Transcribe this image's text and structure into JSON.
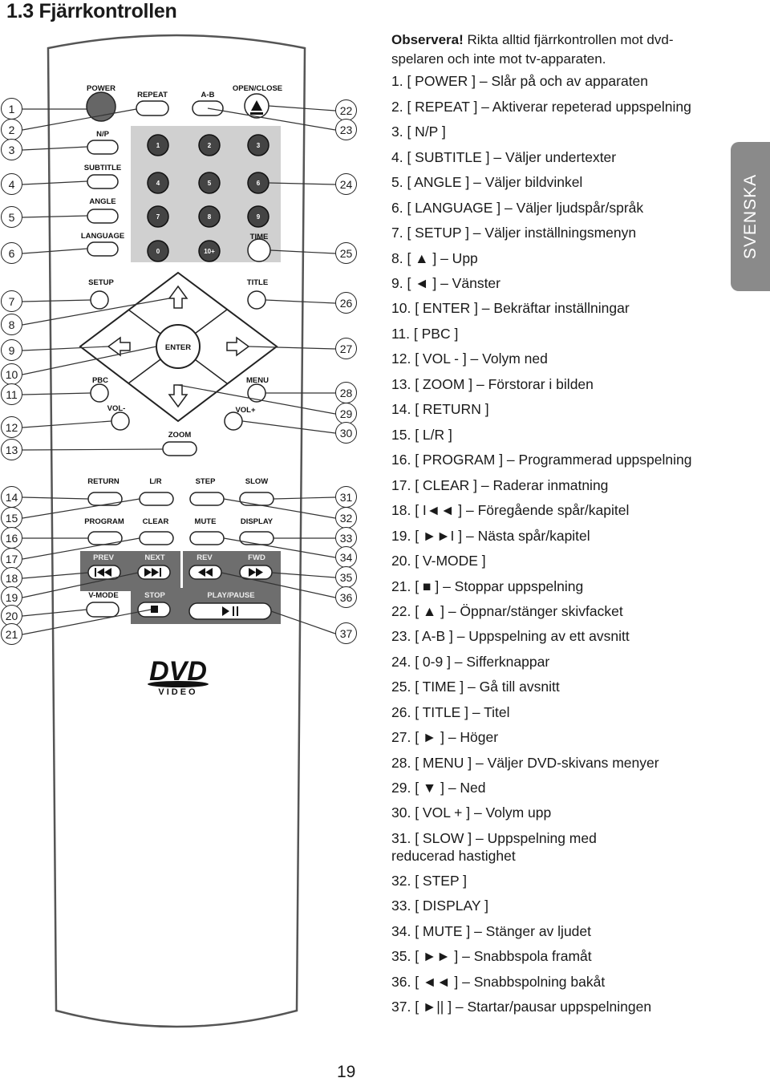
{
  "page_title": "1.3 Fjärrkontrollen",
  "side_tab": "SVENSKA",
  "note": {
    "label": "Observera!",
    "text": "Rikta alltid fjärrkontrollen mot dvd-spelaren och inte mot tv-apparaten."
  },
  "items": [
    "1. [ POWER ] – Slår på och av apparaten",
    "2. [ REPEAT ] – Aktiverar repeterad uppspelning",
    "3. [ N/P ]",
    "4. [ SUBTITLE ] – Väljer undertexter",
    "5. [ ANGLE ] – Väljer bildvinkel",
    "6. [ LANGUAGE ] – Väljer ljudspår/språk",
    "7. [ SETUP ] – Väljer inställningsmenyn",
    "8. [ ▲ ] – Upp",
    "9. [ ◄ ] – Vänster",
    "10. [ ENTER ] – Bekräftar inställningar",
    "11. [ PBC ]",
    "12. [ VOL - ] – Volym ned",
    "13. [ ZOOM ] – Förstorar i bilden",
    "14. [ RETURN ]",
    "15. [ L/R ]",
    "16. [ PROGRAM ] – Programmerad uppspelning",
    "17. [ CLEAR ] – Raderar inmatning",
    "18. [ I◄◄ ] – Föregående spår/kapitel",
    "19. [ ►►I ] – Nästa spår/kapitel",
    "20. [ V-MODE ]",
    "21. [ ■ ] – Stoppar uppspelning",
    "22. [ ▲ ] – Öppnar/stänger skivfacket",
    "23. [ A-B ] – Uppspelning av ett avsnitt",
    "24. [ 0-9 ] – Sifferknappar",
    "25. [ TIME ] – Gå till avsnitt",
    "26. [ TITLE ] – Titel",
    "27. [ ► ] – Höger",
    "28. [ MENU ] – Väljer DVD-skivans menyer",
    "29. [ ▼ ] – Ned",
    "30. [ VOL + ] – Volym upp",
    "31. [ SLOW ] – Uppspelning med reducerad hastighet",
    "32. [ STEP ]",
    "33. [ DISPLAY ]",
    "34. [ MUTE ] – Stänger av ljudet",
    "35. [ ►► ] – Snabbspola framåt",
    "36. [ ◄◄ ] – Snabbspolning bakåt",
    "37. [ ►|| ] – Startar/pausar uppspelningen"
  ],
  "remote": {
    "labels": {
      "power": "POWER",
      "repeat": "REPEAT",
      "ab": "A-B",
      "open_close": "OPEN/CLOSE",
      "np": "N/P",
      "subtitle": "SUBTITLE",
      "angle": "ANGLE",
      "language": "LANGUAGE",
      "time": "TIME",
      "setup": "SETUP",
      "title": "TITLE",
      "enter": "ENTER",
      "pbc": "PBC",
      "menu": "MENU",
      "vol_minus": "VOL-",
      "vol_plus": "VOL+",
      "zoom": "ZOOM",
      "return": "RETURN",
      "lr": "L/R",
      "step": "STEP",
      "slow": "SLOW",
      "program": "PROGRAM",
      "clear": "CLEAR",
      "mute": "MUTE",
      "display": "DISPLAY",
      "prev": "PREV",
      "next": "NEXT",
      "rev": "REV",
      "fwd": "FWD",
      "vmode": "V-MODE",
      "stop": "STOP",
      "play_pause": "PLAY/PAUSE",
      "logo_dvd": "DVD",
      "logo_video": "VIDEO"
    },
    "digits": [
      "1",
      "2",
      "3",
      "4",
      "5",
      "6",
      "7",
      "8",
      "9",
      "0",
      "10+"
    ]
  },
  "callouts_left": [
    "1",
    "2",
    "3",
    "4",
    "5",
    "6",
    "7",
    "8",
    "9",
    "10",
    "11",
    "12",
    "13",
    "14",
    "15",
    "16",
    "17",
    "18",
    "19",
    "20",
    "21"
  ],
  "callouts_right": [
    "22",
    "23",
    "24",
    "25",
    "26",
    "27",
    "28",
    "29",
    "30",
    "31",
    "32",
    "33",
    "34",
    "35",
    "36",
    "37"
  ],
  "page_number": "19"
}
